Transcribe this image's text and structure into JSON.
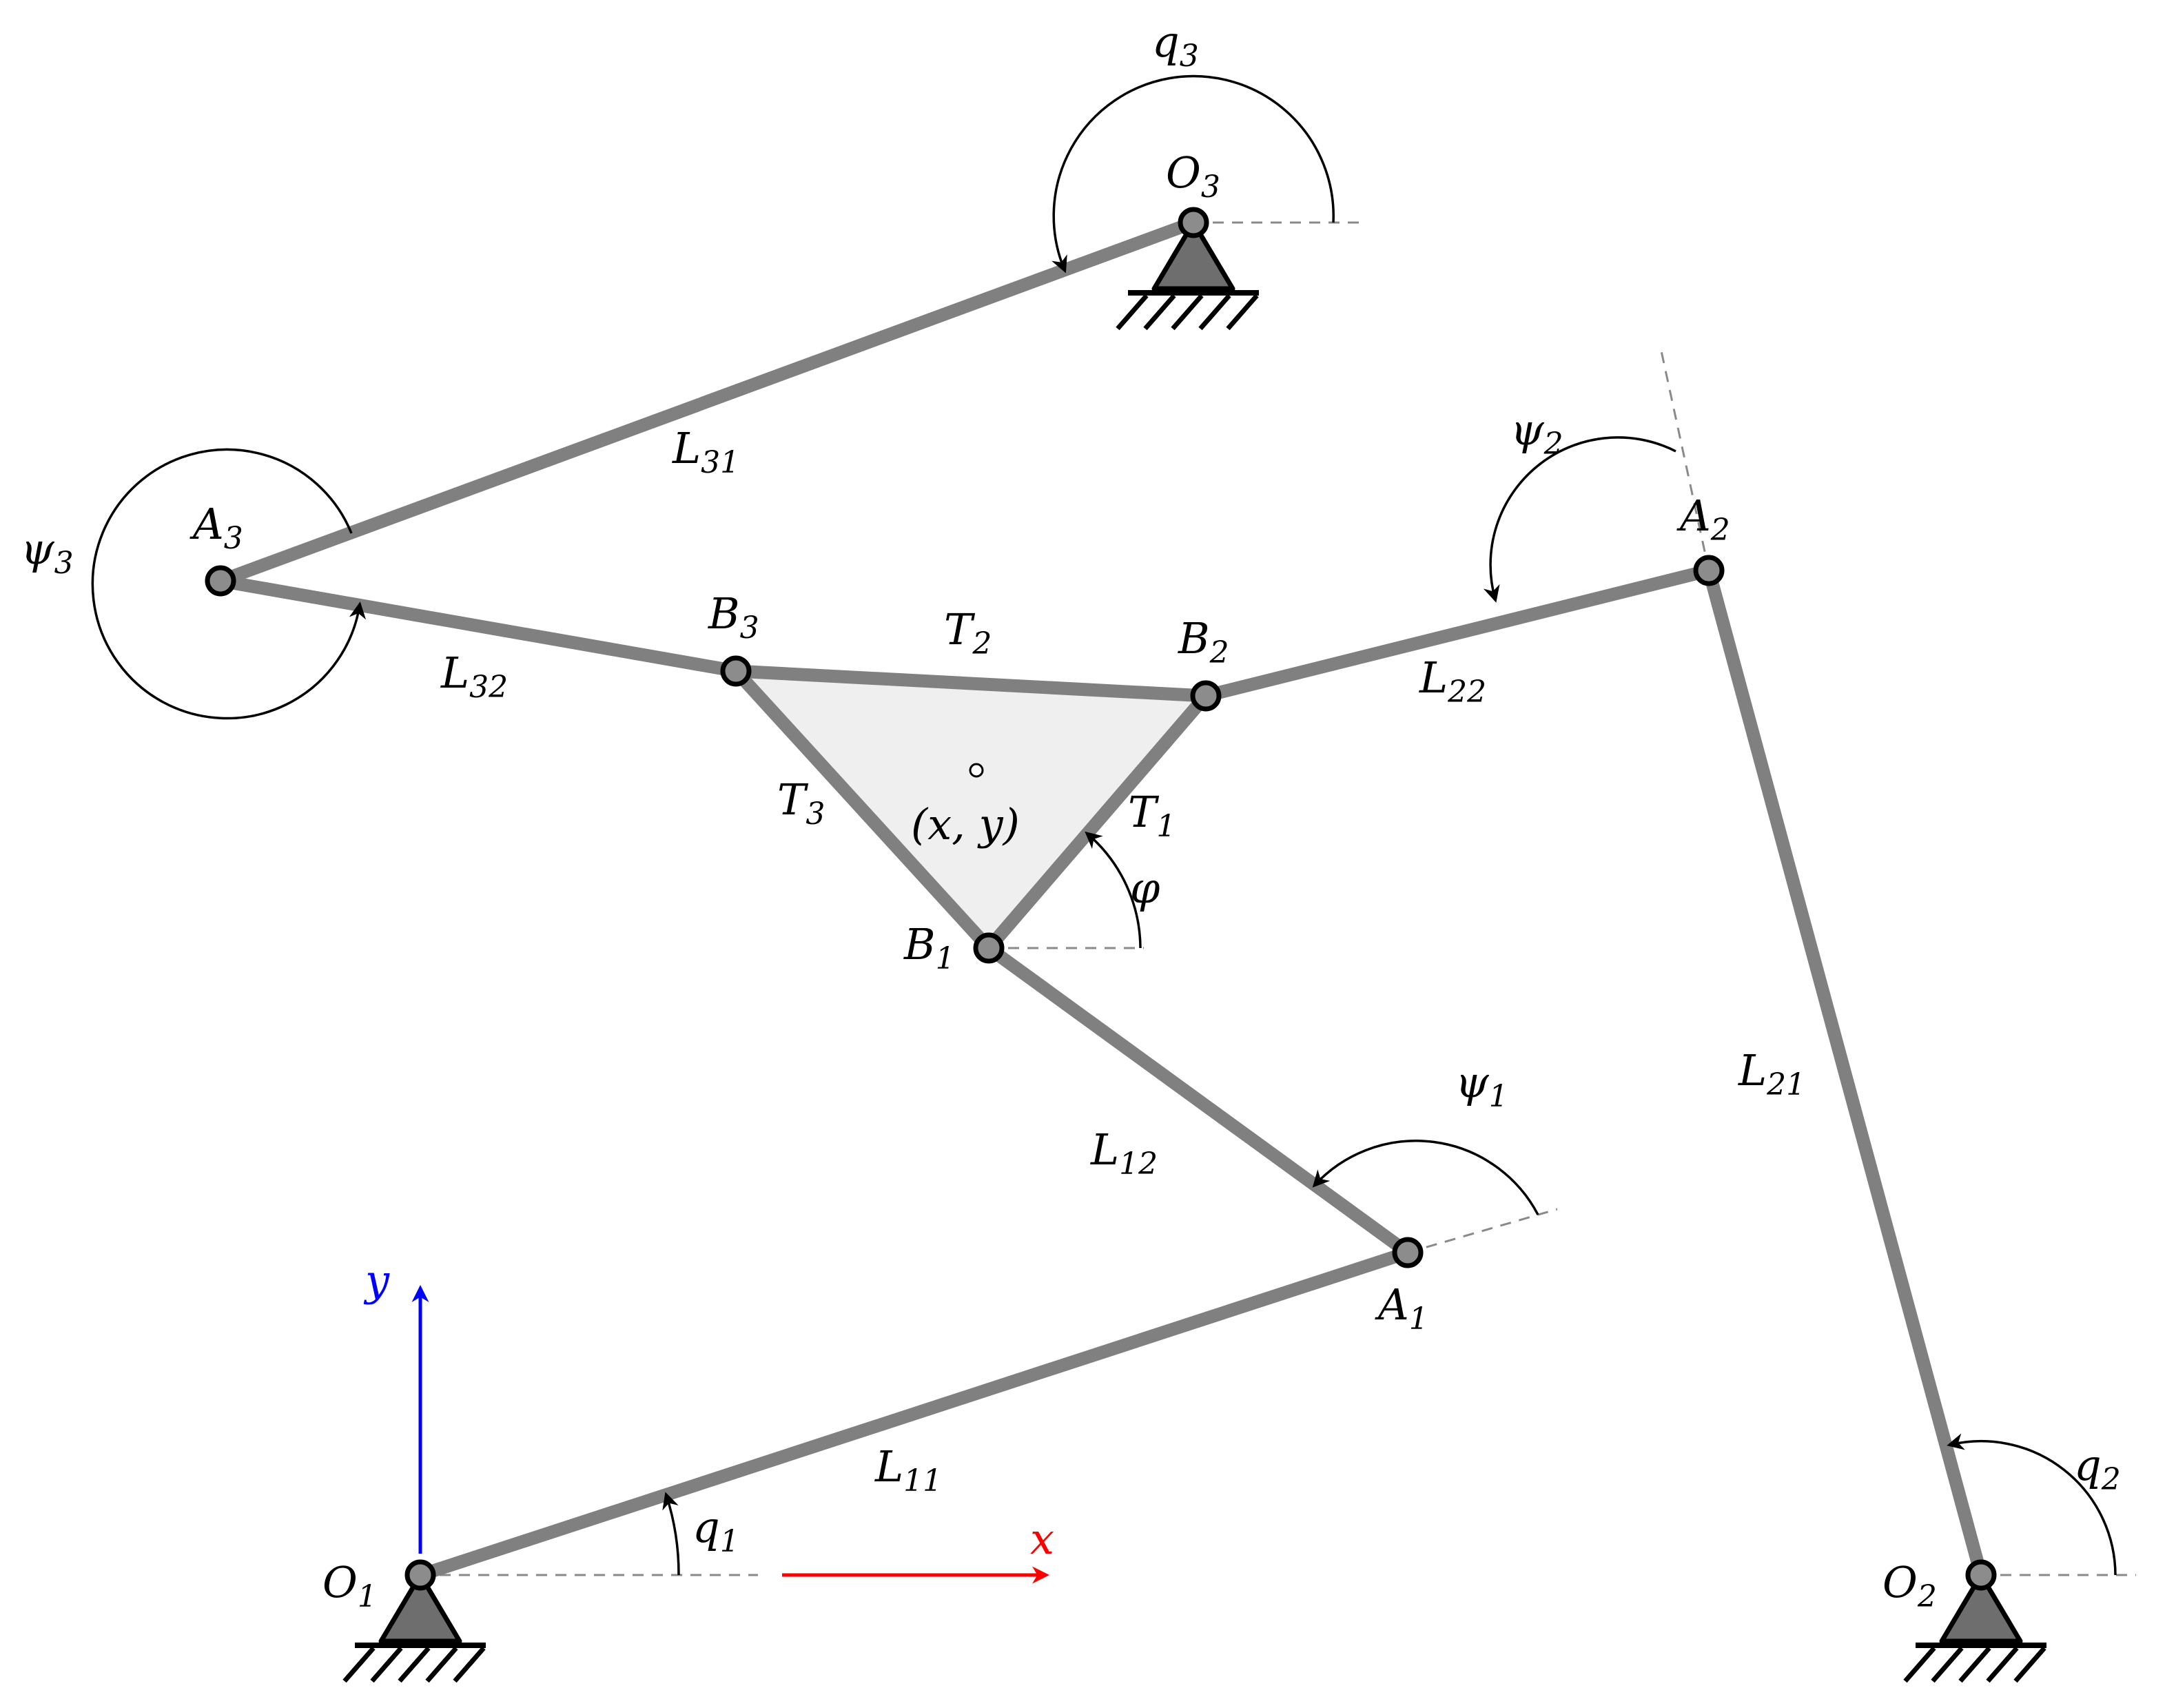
{
  "labels": {
    "O1": {
      "base": "O",
      "sub": "1"
    },
    "O2": {
      "base": "O",
      "sub": "2"
    },
    "O3": {
      "base": "O",
      "sub": "3"
    },
    "A1": {
      "base": "A",
      "sub": "1"
    },
    "A2": {
      "base": "A",
      "sub": "2"
    },
    "A3": {
      "base": "A",
      "sub": "3"
    },
    "B1": {
      "base": "B",
      "sub": "1"
    },
    "B2": {
      "base": "B",
      "sub": "2"
    },
    "B3": {
      "base": "B",
      "sub": "3"
    },
    "L11": {
      "base": "L",
      "sub": "11"
    },
    "L12": {
      "base": "L",
      "sub": "12"
    },
    "L21": {
      "base": "L",
      "sub": "21"
    },
    "L22": {
      "base": "L",
      "sub": "22"
    },
    "L31": {
      "base": "L",
      "sub": "31"
    },
    "L32": {
      "base": "L",
      "sub": "32"
    },
    "T1": {
      "base": "T",
      "sub": "1"
    },
    "T2": {
      "base": "T",
      "sub": "2"
    },
    "T3": {
      "base": "T",
      "sub": "3"
    },
    "q1": {
      "base": "q",
      "sub": "1"
    },
    "q2": {
      "base": "q",
      "sub": "2"
    },
    "q3": {
      "base": "q",
      "sub": "3"
    },
    "psi1": {
      "base": "ψ",
      "sub": "1"
    },
    "psi2": {
      "base": "ψ",
      "sub": "2"
    },
    "psi3": {
      "base": "ψ",
      "sub": "3"
    },
    "phi": "φ",
    "center": "(x, y)",
    "x_axis": "x",
    "y_axis": "y"
  },
  "colors": {
    "link": "#808080",
    "platform": "#efefef",
    "x_axis": "#ff0000",
    "y_axis": "#0000ff",
    "support": "#6e6e6e"
  }
}
